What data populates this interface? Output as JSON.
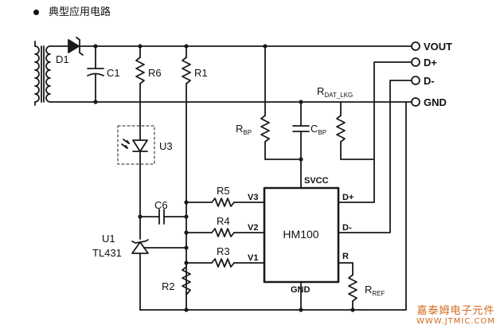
{
  "heading": "典型应用电路",
  "ic": {
    "name": "HM100"
  },
  "pins": {
    "v3": "V3",
    "v2": "V2",
    "v1": "V1",
    "svcc": "SVCC",
    "dplus": "D+",
    "dminus": "D-",
    "r": "R",
    "gnd": "GND"
  },
  "terminals": {
    "vout": "VOUT",
    "dplus": "D+",
    "dminus": "D-",
    "gnd": "GND"
  },
  "components": {
    "d1": "D1",
    "c1": "C1",
    "r6": "R6",
    "r1": "R1",
    "u3": "U3",
    "c6": "C6",
    "u1": "U1",
    "tl431": "TL431",
    "r5": "R5",
    "r4": "R4",
    "r3": "R3",
    "r2": "R2",
    "rbp_main": "R",
    "rbp_sub": "BP",
    "cbp_main": "C",
    "cbp_sub": "BP",
    "rdat_main": "R",
    "rdat_sub": "DAT_LKG",
    "rref_main": "R",
    "rref_sub": "REF"
  },
  "watermark": {
    "line1": "嘉泰姆电子元件",
    "line2": "WWW.JTMIC.COM"
  },
  "colors": {
    "wire": "#1a1a1a",
    "watermark": "#d2691e"
  }
}
